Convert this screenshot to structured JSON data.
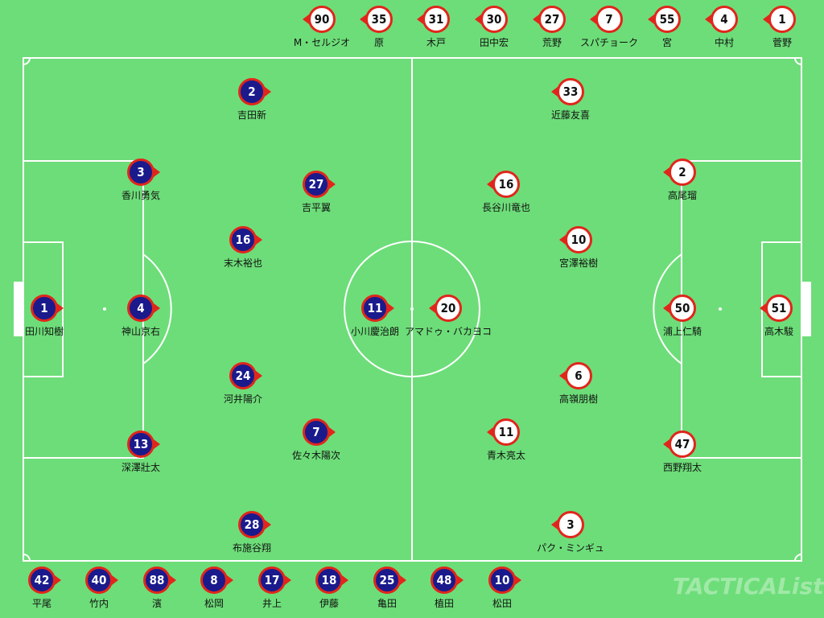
{
  "watermark": "TACTICALista",
  "home": {
    "starters": [
      {
        "number": "1",
        "name": "田川知樹"
      },
      {
        "number": "4",
        "name": "神山京右"
      },
      {
        "number": "3",
        "name": "香川勇気"
      },
      {
        "number": "13",
        "name": "深澤壯太"
      },
      {
        "number": "2",
        "name": "吉田新"
      },
      {
        "number": "16",
        "name": "末木裕也"
      },
      {
        "number": "24",
        "name": "河井陽介"
      },
      {
        "number": "28",
        "name": "布施谷翔"
      },
      {
        "number": "27",
        "name": "吉平翼"
      },
      {
        "number": "7",
        "name": "佐々木陽次"
      },
      {
        "number": "11",
        "name": "小川慶治朗"
      }
    ],
    "bench": [
      {
        "number": "42",
        "name": "平尾"
      },
      {
        "number": "40",
        "name": "竹内"
      },
      {
        "number": "88",
        "name": "濱"
      },
      {
        "number": "8",
        "name": "松岡"
      },
      {
        "number": "17",
        "name": "井上"
      },
      {
        "number": "18",
        "name": "伊藤"
      },
      {
        "number": "25",
        "name": "亀田"
      },
      {
        "number": "48",
        "name": "植田"
      },
      {
        "number": "10",
        "name": "松田"
      }
    ]
  },
  "away": {
    "starters": [
      {
        "number": "51",
        "name": "高木駿"
      },
      {
        "number": "50",
        "name": "浦上仁騎"
      },
      {
        "number": "2",
        "name": "高尾瑠"
      },
      {
        "number": "47",
        "name": "西野翔太"
      },
      {
        "number": "33",
        "name": "近藤友喜"
      },
      {
        "number": "10",
        "name": "宮澤裕樹"
      },
      {
        "number": "6",
        "name": "高嶺朋樹"
      },
      {
        "number": "3",
        "name": "パク・ミンギュ"
      },
      {
        "number": "16",
        "name": "長谷川竜也"
      },
      {
        "number": "11",
        "name": "青木亮太"
      },
      {
        "number": "20",
        "name": "アマドゥ・バカヨコ"
      }
    ],
    "bench": [
      {
        "number": "90",
        "name": "M・セルジオ"
      },
      {
        "number": "35",
        "name": "原"
      },
      {
        "number": "31",
        "name": "木戸"
      },
      {
        "number": "30",
        "name": "田中宏"
      },
      {
        "number": "27",
        "name": "荒野"
      },
      {
        "number": "7",
        "name": "スパチョーク"
      },
      {
        "number": "55",
        "name": "宮"
      },
      {
        "number": "4",
        "name": "中村"
      },
      {
        "number": "1",
        "name": "菅野"
      }
    ]
  }
}
